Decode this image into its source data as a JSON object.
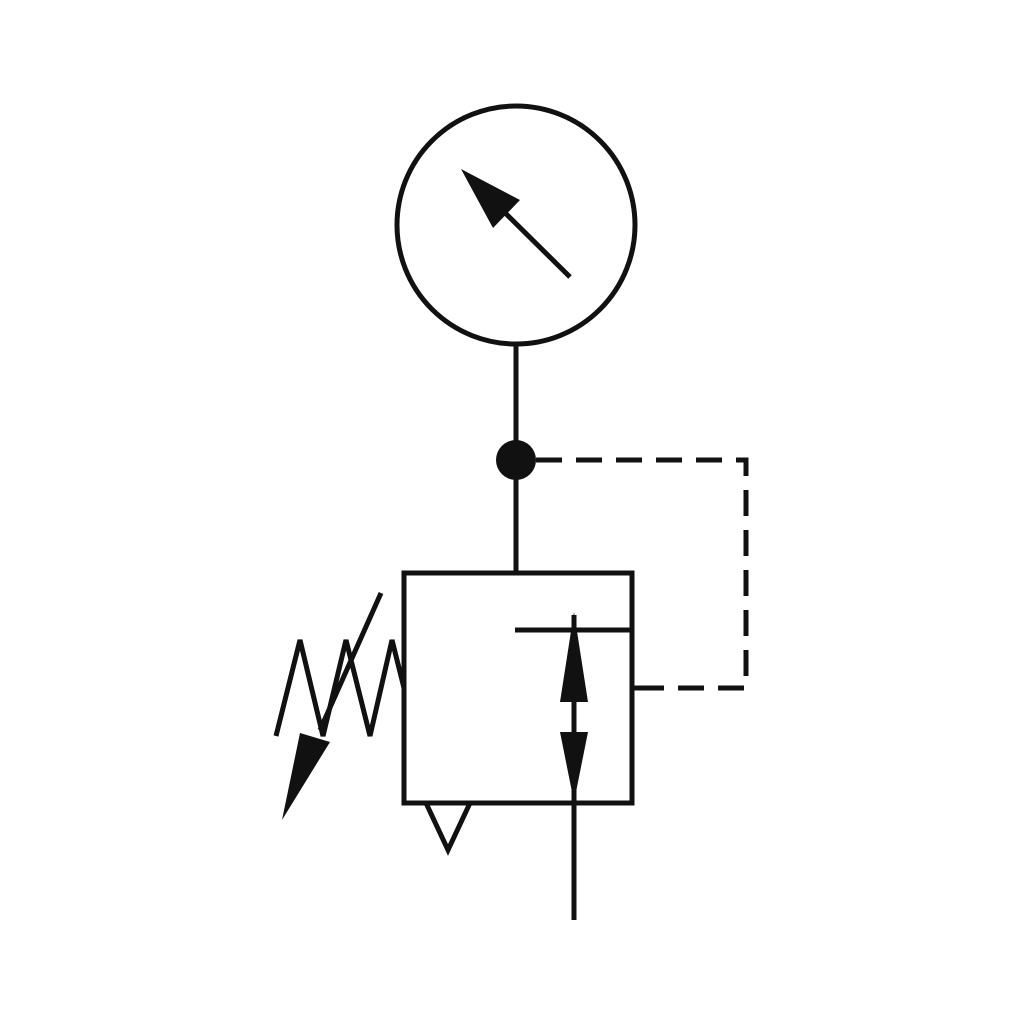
{
  "diagram": {
    "symbol": "pressure-regulator-with-gauge",
    "stroke_color": "#111111",
    "background": "#ffffff",
    "components": [
      {
        "name": "pressure-gauge"
      },
      {
        "name": "junction-dot"
      },
      {
        "name": "pilot-line",
        "style": "dashed"
      },
      {
        "name": "valve-body"
      },
      {
        "name": "adjustable-spring"
      },
      {
        "name": "exhaust-port"
      },
      {
        "name": "flow-arrow",
        "direction": "bidirectional"
      }
    ]
  }
}
